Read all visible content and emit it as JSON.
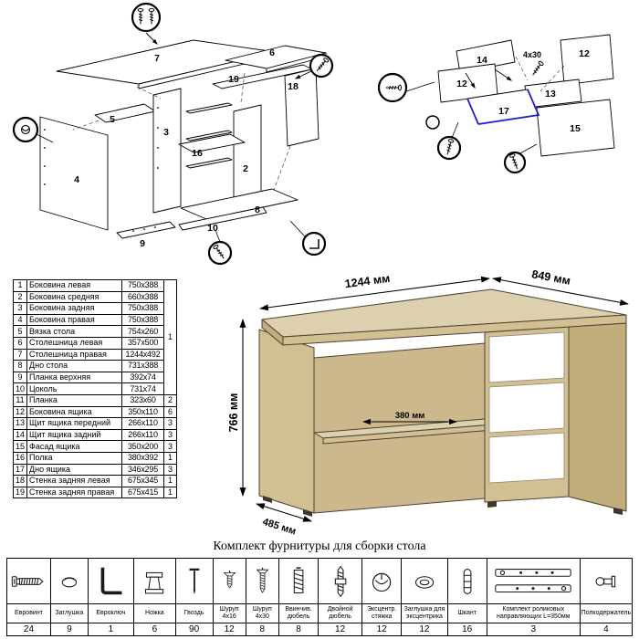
{
  "diagram_left": {
    "labels": [
      "7",
      "6",
      "19",
      "18",
      "5",
      "4",
      "3",
      "16",
      "2",
      "8",
      "10",
      "9"
    ]
  },
  "diagram_right": {
    "labels": [
      "14",
      "12",
      "12",
      "13",
      "17",
      "15"
    ],
    "note": "4x30"
  },
  "parts_table": {
    "rows": [
      {
        "num": "1",
        "name": "Боковина левая",
        "size": "750x388",
        "qty": "1",
        "qty_rowspan": 10
      },
      {
        "num": "2",
        "name": "Боковина средняя",
        "size": "660x388",
        "qty": null
      },
      {
        "num": "3",
        "name": "Боковина задняя",
        "size": "750x388",
        "qty": null
      },
      {
        "num": "4",
        "name": "Боковина правая",
        "size": "750x388",
        "qty": null
      },
      {
        "num": "5",
        "name": "Вязка стола",
        "size": "754x260",
        "qty": null
      },
      {
        "num": "6",
        "name": "Столешница левая",
        "size": "357x500",
        "qty": null
      },
      {
        "num": "7",
        "name": "Столешница правая",
        "size": "1244x492",
        "qty": null
      },
      {
        "num": "8",
        "name": "Дно стола",
        "size": "731x388",
        "qty": null
      },
      {
        "num": "9",
        "name": "Планка верхняя",
        "size": "392x74",
        "qty": null
      },
      {
        "num": "10",
        "name": "Цоколь",
        "size": "731x74",
        "qty": null
      },
      {
        "num": "11",
        "name": "Планка",
        "size": "323x60",
        "qty": "2"
      },
      {
        "num": "12",
        "name": "Боковина ящика",
        "size": "350x110",
        "qty": "6"
      },
      {
        "num": "13",
        "name": "Щит ящика передний",
        "size": "266x110",
        "qty": "3"
      },
      {
        "num": "14",
        "name": "Щит ящика задний",
        "size": "266x110",
        "qty": "3"
      },
      {
        "num": "15",
        "name": "Фасад ящика",
        "size": "350x200",
        "qty": "3"
      },
      {
        "num": "16",
        "name": "Полка",
        "size": "380x392",
        "qty": "1"
      },
      {
        "num": "17",
        "name": "Дно ящика",
        "size": "346x295",
        "qty": "3"
      },
      {
        "num": "18",
        "name": "Стенка задняя левая",
        "size": "675x345",
        "qty": "1"
      },
      {
        "num": "19",
        "name": "Стенка задняя правая",
        "size": "675x415",
        "qty": "1"
      }
    ]
  },
  "desk": {
    "dims": {
      "width": "1244 мм",
      "depth_right": "849 мм",
      "height": "766 мм",
      "depth_left": "485 мм",
      "shelf": "380 мм"
    },
    "colors": {
      "wood_light": "#ddd0ae",
      "wood_mid": "#d2c092",
      "wood_shade": "#cdb88e",
      "wood_dark": "#c2ad7c",
      "drawer": "#ffffff",
      "outline": "#4a4234"
    }
  },
  "hardware": {
    "title": "Комплект фурнитуры для сборки стола",
    "items": [
      {
        "name": "Евровинт",
        "qty": "24",
        "icon": "euroscrew-icon"
      },
      {
        "name": "Заглушка",
        "qty": "9",
        "icon": "cap-icon"
      },
      {
        "name": "Евроключ",
        "qty": "1",
        "icon": "hexkey-icon"
      },
      {
        "name": "Ножка",
        "qty": "6",
        "icon": "leg-icon"
      },
      {
        "name": "Гвоздь",
        "qty": "90",
        "icon": "nail-icon"
      },
      {
        "name": "Шуруп 4x16",
        "qty": "12",
        "icon": "screw-short-icon"
      },
      {
        "name": "Шуруп 4x30",
        "qty": "8",
        "icon": "screw-long-icon"
      },
      {
        "name": "Ввинчив. дюбель",
        "qty": "8",
        "icon": "threaded-dowel-icon"
      },
      {
        "name": "Двойной дюбель",
        "qty": "12",
        "icon": "double-dowel-icon"
      },
      {
        "name": "Эксцентр. стяжка",
        "qty": "12",
        "icon": "cam-icon"
      },
      {
        "name": "Заглушка для эксцентрика",
        "qty": "12",
        "icon": "cam-cap-icon"
      },
      {
        "name": "Шкант",
        "qty": "16",
        "icon": "dowel-icon"
      },
      {
        "name": "Комплект роликовых направляющих L=350мм",
        "qty": "3",
        "icon": "slides-icon"
      },
      {
        "name": "Полкодержатель",
        "qty": "4",
        "icon": "shelf-pin-icon"
      }
    ]
  }
}
